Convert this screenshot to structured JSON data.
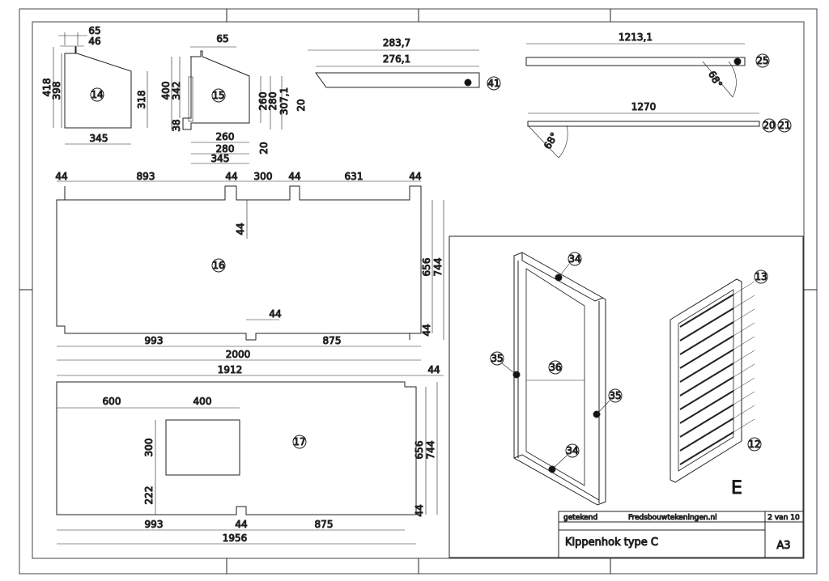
{
  "part14": {
    "label": "14",
    "d65": "65",
    "d46": "46",
    "d418": "418",
    "d398": "398",
    "d318": "318",
    "d345": "345"
  },
  "part15": {
    "label": "15",
    "d65": "65",
    "d400": "400",
    "d342": "342",
    "d38": "38",
    "d260v": "260",
    "d280v": "280",
    "d307": "307,1",
    "d20v": "20",
    "d260": "260",
    "d280": "280",
    "d345": "345",
    "d20b": "20"
  },
  "part41": {
    "label": "41",
    "d283": "283,7",
    "d276": "276,1"
  },
  "part25": {
    "label": "25",
    "d1213": "1213,1",
    "angle": "68°"
  },
  "part2021": {
    "label1": "20",
    "label2": "21",
    "d1270": "1270",
    "angle": "68°"
  },
  "part16": {
    "label": "16",
    "d44a": "44",
    "d893": "893",
    "d44b": "44",
    "d300": "300",
    "d44c": "44",
    "d631": "631",
    "d44d": "44",
    "d44v": "44",
    "d656": "656",
    "d744": "744",
    "d44mid": "44",
    "d44r": "44",
    "d993": "993",
    "d875": "875",
    "d2000": "2000"
  },
  "part17": {
    "label": "17",
    "d1912": "1912",
    "d44tr": "44",
    "d600": "600",
    "d400": "400",
    "d300": "300",
    "d222": "222",
    "d656": "656",
    "d744": "744",
    "d44r": "44",
    "d993": "993",
    "d44m": "44",
    "d875": "875",
    "d1956": "1956"
  },
  "iso": {
    "l34a": "34",
    "l35a": "35",
    "l36": "36",
    "l35b": "35",
    "l34b": "34",
    "l13": "13",
    "l12": "12",
    "view": "E"
  },
  "titleblock": {
    "drawn_label": "getekend",
    "site": "Fredsbouwtekeningen.nl",
    "page": "2 van 10",
    "title": "Kippenhok type C",
    "size": "A3"
  }
}
